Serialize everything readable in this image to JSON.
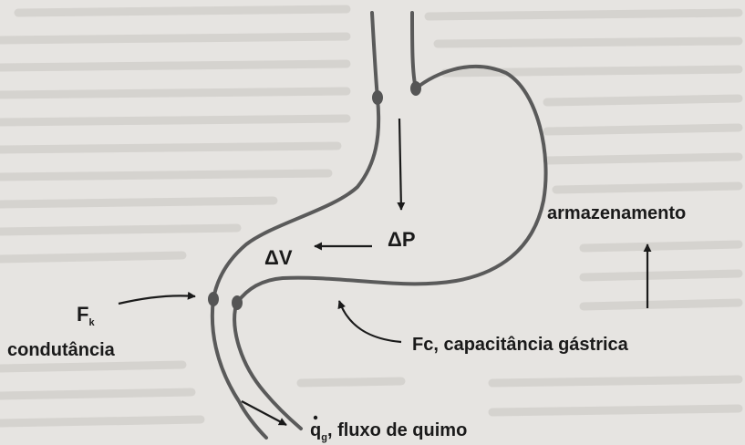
{
  "labels": {
    "delta_p": "ΔP",
    "delta_v": "ΔV",
    "f": "F",
    "k": "k",
    "condutancia": "condutância",
    "armazenamento": "armazenamento",
    "fc": "Fc, capacitância gástrica",
    "q": "q",
    "g": "g",
    "fluxo": ", fluxo de quimo"
  }
}
